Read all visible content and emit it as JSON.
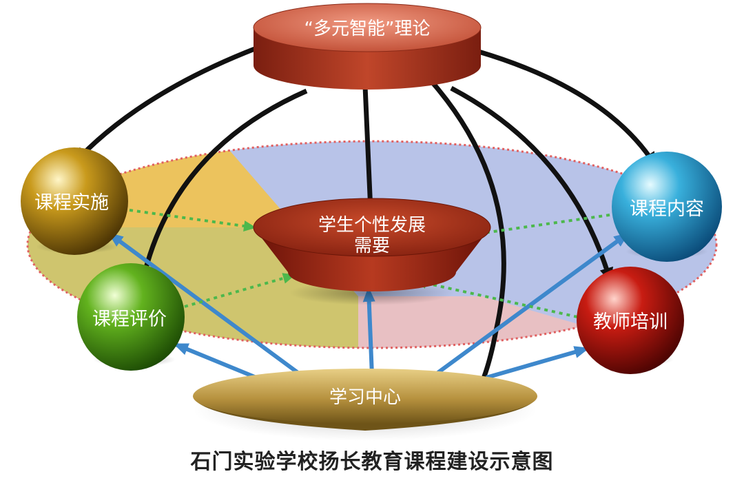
{
  "diagram": {
    "caption": "石门实验学校扬长教育课程建设示意图",
    "nodes": {
      "theory": "“多元智能”理论",
      "center": [
        "学生个性发展",
        "需要"
      ],
      "curriculum_implementation": "课程实施",
      "curriculum_content": "课程内容",
      "curriculum_evaluation": "课程评价",
      "teacher_training": "教师培训",
      "learning_center": "学习中心"
    },
    "colors": {
      "theory": "#b5432c",
      "center": "#9e2c1c",
      "curriculum_implementation": "#8f6b0e",
      "curriculum_content": "#2d9ccb",
      "curriculum_evaluation": "#4a9a16",
      "teacher_training": "#b3150f",
      "learning_center": "#b49a4e",
      "ellipse_blue": "#b7c2e6",
      "ellipse_yellow": "#e9bf57",
      "ellipse_green": "#c9c06a",
      "ellipse_pink": "#e6bcc0",
      "ellipse_border": "#e06060",
      "black_arrow": "#111111",
      "blue_arrow": "#3e88cc",
      "green_dotted_arrow": "#4cb84c"
    }
  }
}
